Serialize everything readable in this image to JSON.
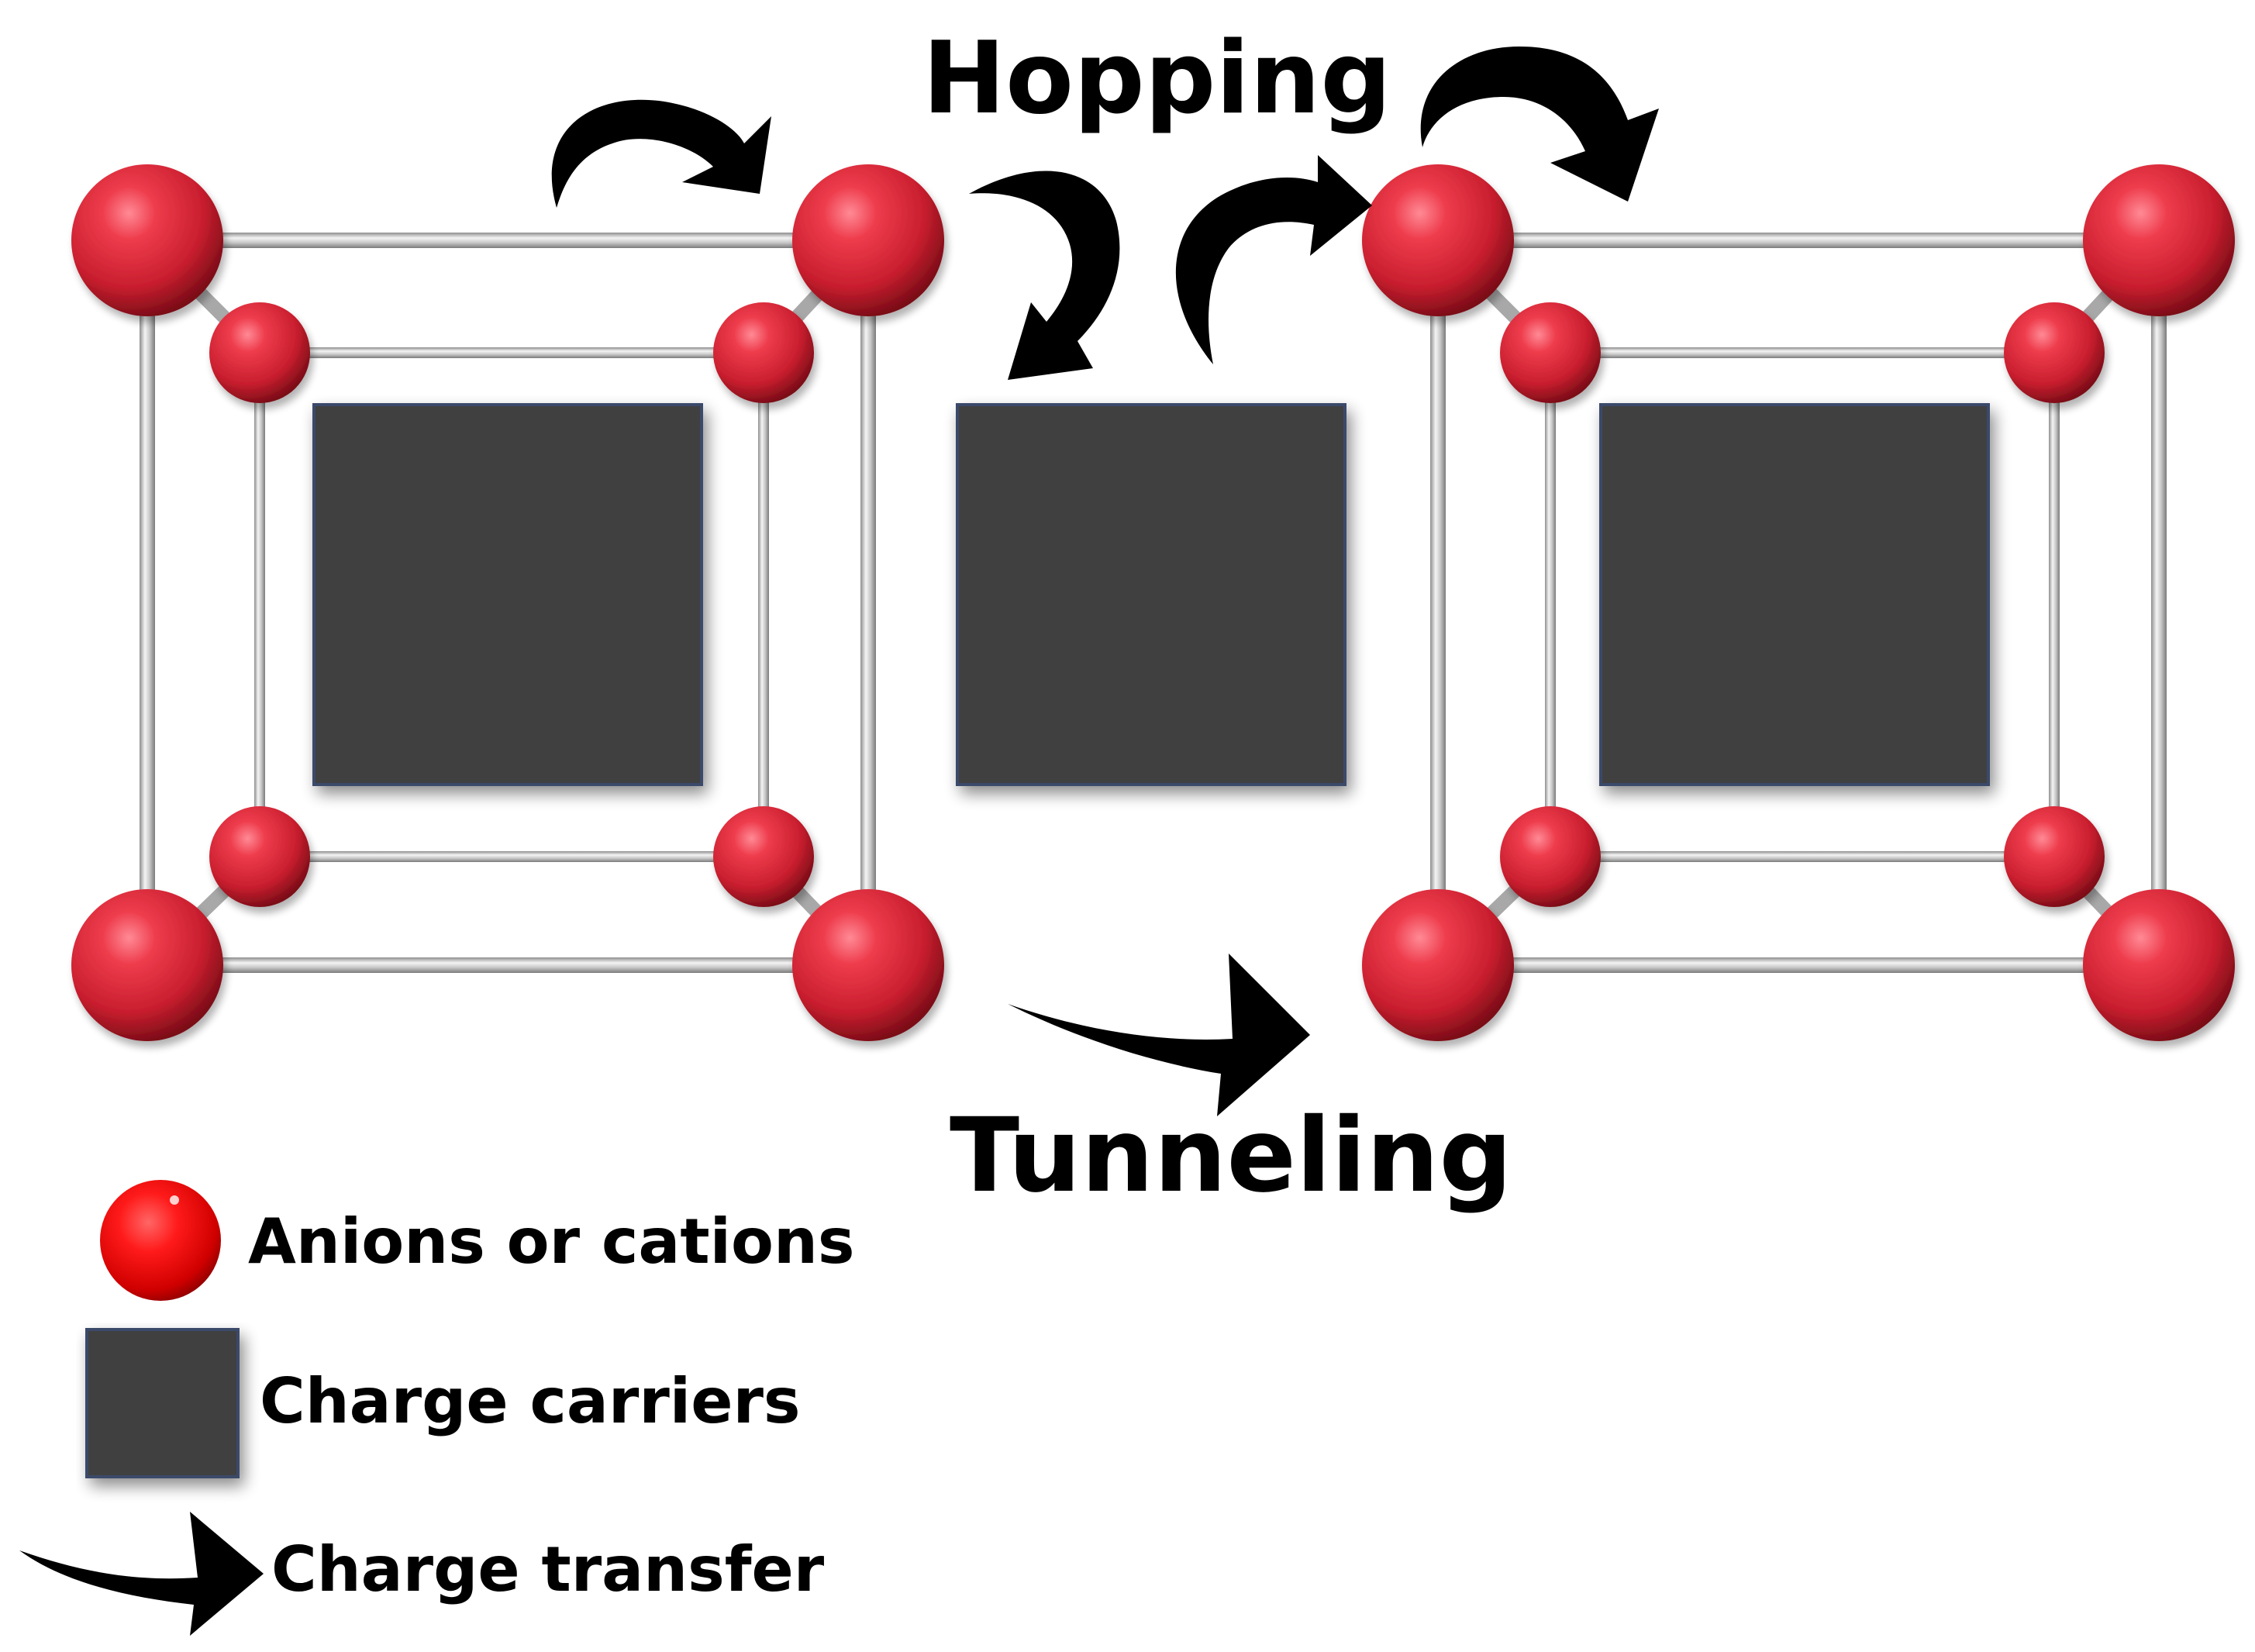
{
  "labels": {
    "hopping": "Hopping",
    "tunneling": "Tunneling"
  },
  "legend": {
    "ion": "Anions or cations",
    "carrier": "Charge carriers",
    "transfer": "Charge transfer"
  },
  "colors": {
    "ion": "#e0303f",
    "ion_dark": "#8a0f1a",
    "carrier": "#404040",
    "carrier_border": "#3b4a6b",
    "rod": "#b8b8b8",
    "arrow": "#000000"
  }
}
